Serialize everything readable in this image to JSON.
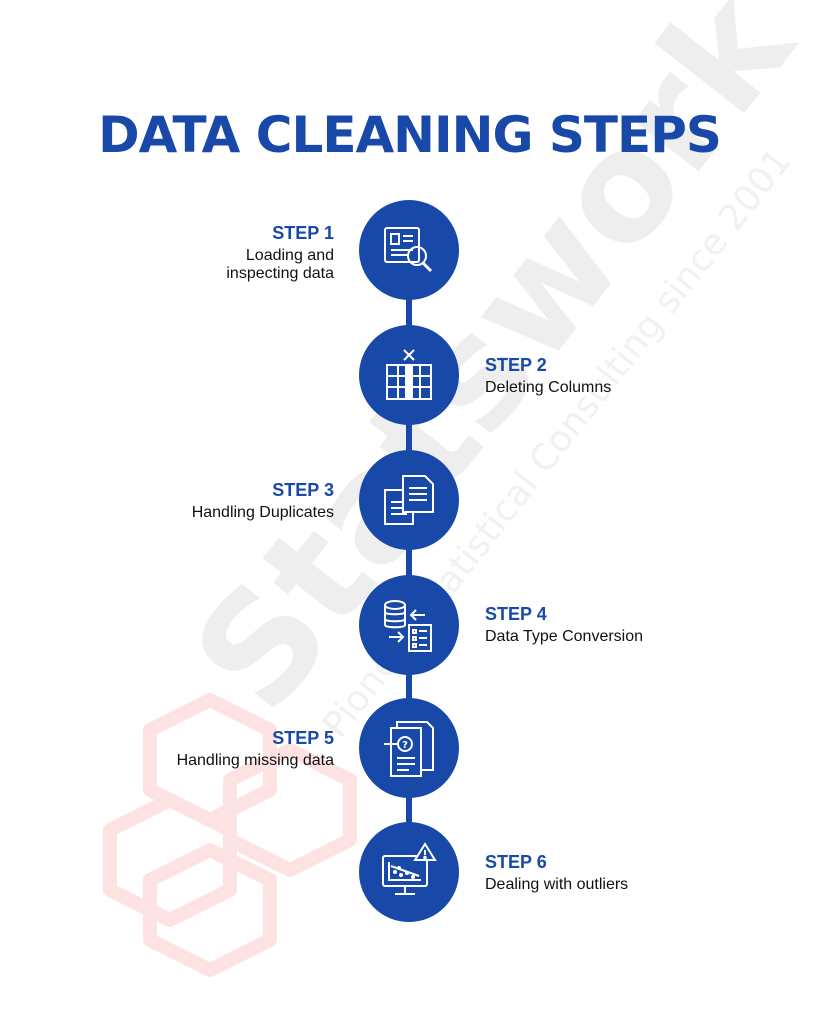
{
  "title": "DATA CLEANING STEPS",
  "colors": {
    "accent": "#1848a8",
    "watermark": "#e53935"
  },
  "watermark": {
    "text": "Statswork",
    "tagline": "Pioneer Statistical Consulting since 2001"
  },
  "steps": [
    {
      "label": "STEP 1",
      "desc_lines": [
        "Loading and",
        "inspecting data"
      ],
      "icon": "data-inspect-icon"
    },
    {
      "label": "STEP 2",
      "desc_lines": [
        "Deleting Columns"
      ],
      "icon": "delete-column-icon"
    },
    {
      "label": "STEP 3",
      "desc_lines": [
        "Handling Duplicates"
      ],
      "icon": "duplicate-documents-icon"
    },
    {
      "label": "STEP 4",
      "desc_lines": [
        "Data Type Conversion"
      ],
      "icon": "data-conversion-icon"
    },
    {
      "label": "STEP 5",
      "desc_lines": [
        "Handling missing data"
      ],
      "icon": "missing-data-icon"
    },
    {
      "label": "STEP 6",
      "desc_lines": [
        "Dealing with outliers"
      ],
      "icon": "outlier-chart-icon"
    }
  ]
}
